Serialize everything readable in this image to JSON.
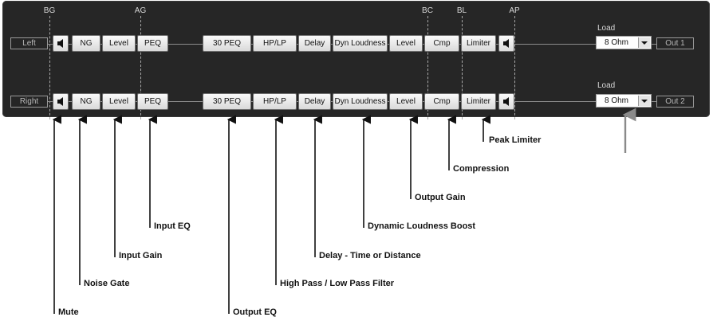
{
  "top_markers": [
    "BG",
    "AG",
    "BC",
    "BL",
    "AP"
  ],
  "channels": [
    {
      "input_label": "Left",
      "output_label": "Out 1",
      "load_label": "Load",
      "load_value": "8 Ohm",
      "blocks": {
        "ng": "NG",
        "level_in": "Level",
        "peq": "PEQ",
        "peq30": "30 PEQ",
        "hplp": "HP/LP",
        "delay": "Delay",
        "dynloud": "Dyn Loudness",
        "level_out": "Level",
        "cmp": "Cmp",
        "limiter": "Limiter"
      }
    },
    {
      "input_label": "Right",
      "output_label": "Out 2",
      "load_label": "Load",
      "load_value": "8 Ohm",
      "blocks": {
        "ng": "NG",
        "level_in": "Level",
        "peq": "PEQ",
        "peq30": "30 PEQ",
        "hplp": "HP/LP",
        "delay": "Delay",
        "dynloud": "Dyn Loudness",
        "level_out": "Level",
        "cmp": "Cmp",
        "limiter": "Limiter"
      }
    }
  ],
  "annotations": {
    "mute": "Mute",
    "noise_gate": "Noise Gate",
    "input_gain": "Input Gain",
    "input_eq": "Input EQ",
    "output_eq": "Output EQ",
    "hplp_filter": "High Pass / Low Pass Filter",
    "delay": "Delay - Time or Distance",
    "dyn_loudness": "Dynamic Loudness Boost",
    "output_gain": "Output Gain",
    "compression": "Compression",
    "peak_limiter": "Peak Limiter"
  },
  "colors": {
    "panel": "#262626",
    "button_text": "#111111",
    "annotation_text": "#111111"
  }
}
